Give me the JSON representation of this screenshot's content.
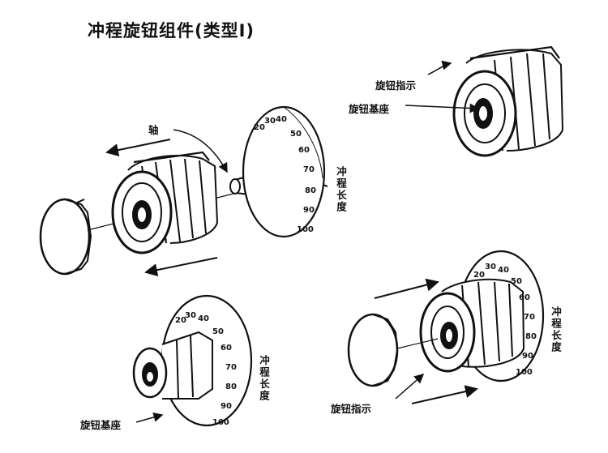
{
  "title": "冲程旋钮组件(类型Ⅰ)",
  "labels": {
    "shaft": "轴",
    "knob_indicator_top": "旋钮指示",
    "knob_base_top": "旋钮基座",
    "stroke_length_main": "冲程长度",
    "stroke_length_bottom_left": "冲程长度",
    "stroke_length_bottom_right": "冲程长度",
    "knob_base_bottom": "旋钮基座",
    "knob_indicator_bottom": "旋钮指示"
  },
  "dial_scale": [
    "20",
    "30",
    "40",
    "50",
    "60",
    "70",
    "80",
    "90",
    "100"
  ]
}
